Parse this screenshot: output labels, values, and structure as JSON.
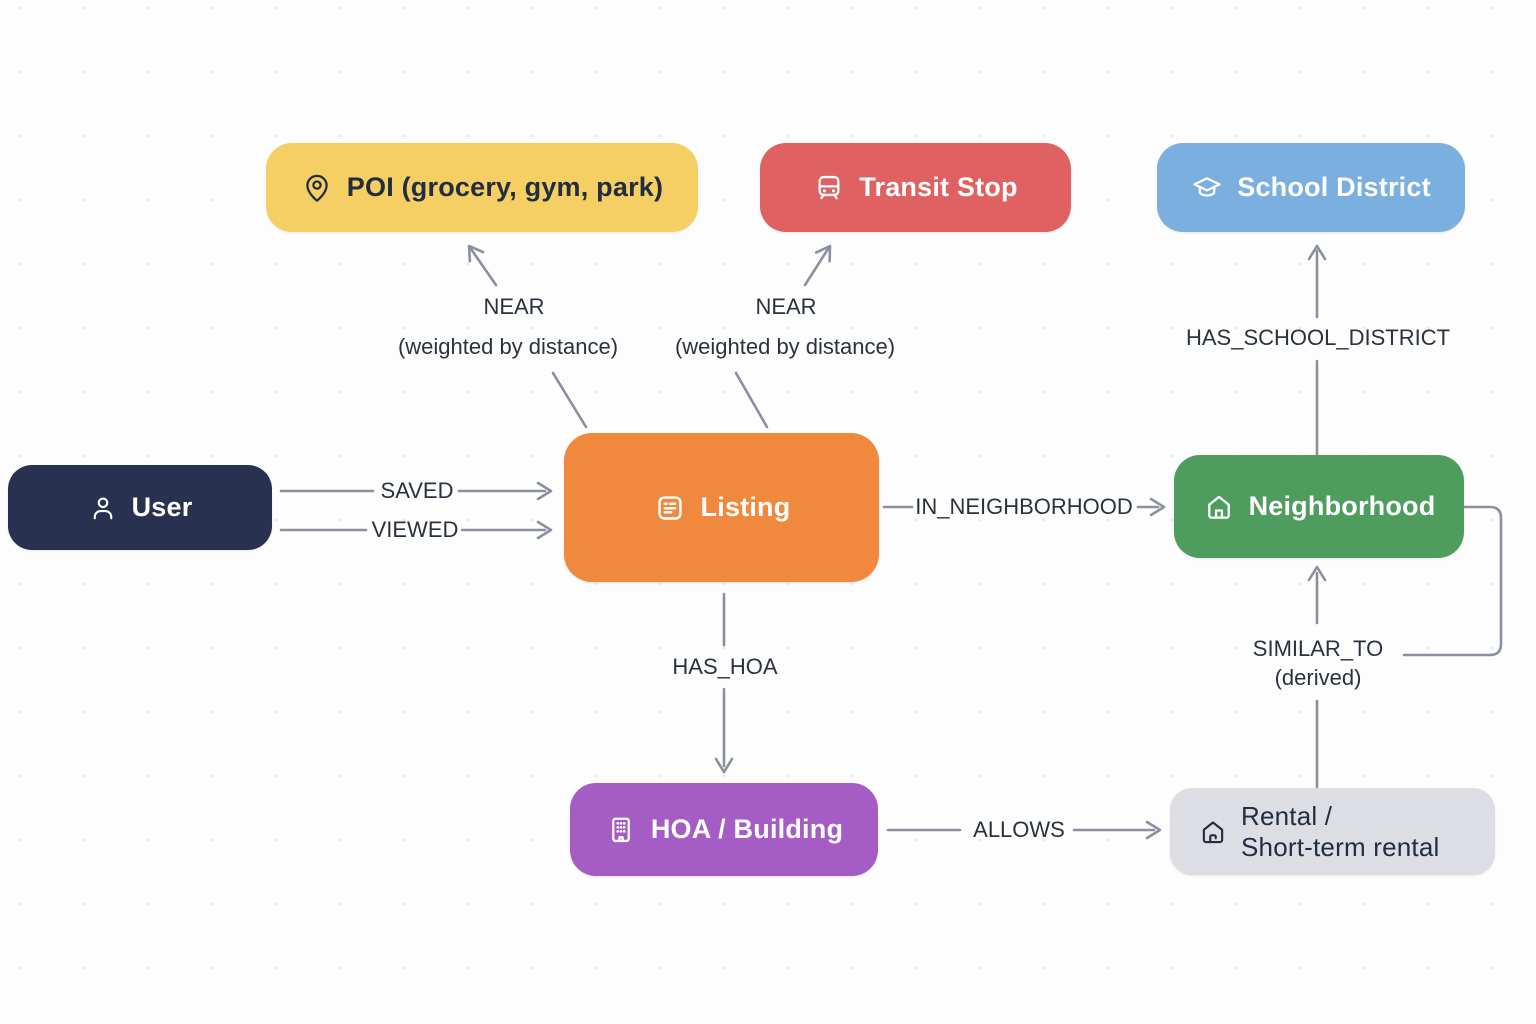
{
  "canvas": {
    "background_color": "#fdfdfd",
    "grid_dot_color": "#e9eaee",
    "arrow_color": "#8a90a0",
    "edge_label_color": "#2b323f"
  },
  "nodes": {
    "poi": {
      "label": "POI (grocery, gym, park)",
      "icon": "map-pin-icon",
      "color": "#f5cf63",
      "text_color": "#232d40"
    },
    "transit": {
      "label": "Transit Stop",
      "icon": "bus-icon",
      "color": "#e06161",
      "text_color": "#ffffff"
    },
    "school": {
      "label": "School District",
      "icon": "graduation-cap-icon",
      "color": "#7aafe0",
      "text_color": "#ffffff"
    },
    "user": {
      "label": "User",
      "icon": "person-icon",
      "color": "#283150",
      "text_color": "#ffffff"
    },
    "listing": {
      "label": "Listing",
      "icon": "list-card-icon",
      "color": "#f0883d",
      "text_color": "#ffffff"
    },
    "neighborhood": {
      "label": "Neighborhood",
      "icon": "home-icon",
      "color": "#4e9c5e",
      "text_color": "#ffffff"
    },
    "hoa": {
      "label": "HOA / Building",
      "icon": "building-icon",
      "color": "#a55cc5",
      "text_color": "#ffffff"
    },
    "rental": {
      "label_line1": "Rental /",
      "label_line2": "Short-term rental",
      "icon": "home-icon",
      "color": "#dcdee3",
      "text_color": "#232d40"
    }
  },
  "edges": {
    "saved": {
      "label": "SAVED",
      "from": "user",
      "to": "listing"
    },
    "viewed": {
      "label": "VIEWED",
      "from": "user",
      "to": "listing"
    },
    "near_poi": {
      "label": "NEAR",
      "sublabel": "(weighted by distance)",
      "from": "listing",
      "to": "poi"
    },
    "near_transit": {
      "label": "NEAR",
      "sublabel": "(weighted by distance)",
      "from": "listing",
      "to": "transit"
    },
    "in_neighborhood": {
      "label": "IN_NEIGHBORHOOD",
      "from": "listing",
      "to": "neighborhood"
    },
    "has_school_district": {
      "label": "HAS_SCHOOL_DISTRICT",
      "from": "neighborhood",
      "to": "school"
    },
    "has_hoa": {
      "label": "HAS_HOA",
      "from": "listing",
      "to": "hoa"
    },
    "allows": {
      "label": "ALLOWS",
      "from": "hoa",
      "to": "rental"
    },
    "similar_to": {
      "label": "SIMILAR_TO",
      "sublabel": "(derived)",
      "from": "neighborhood",
      "to": "neighborhood"
    }
  }
}
